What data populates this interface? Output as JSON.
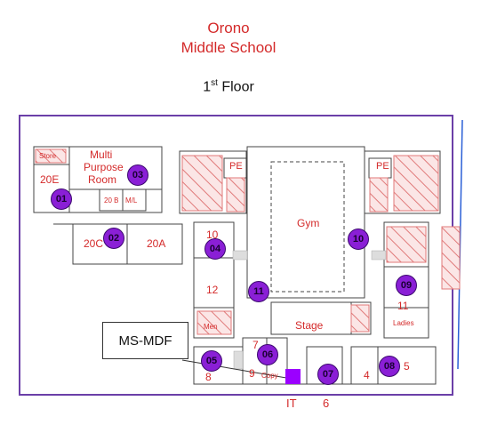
{
  "header": {
    "title_line1": "Orono",
    "title_line2": "Middle School",
    "floor_ordinal_num": "1",
    "floor_ordinal_sup": "st",
    "floor_word": "Floor"
  },
  "rooms": {
    "store": "Store",
    "r20e": "20E",
    "multi1": "Multi",
    "multi2": "Purpose",
    "multi3": "Room",
    "r20b": "20 B",
    "ml": "M/L",
    "pe_left": "PE",
    "pe_right": "PE",
    "gym": "Gym",
    "r20c": "20C",
    "r20a": "20A",
    "r10_left": "10",
    "r12": "12",
    "r11": "11",
    "ladies": "Ladies",
    "men": "Men",
    "stage": "Stage",
    "r7": "7",
    "r8": "8",
    "r9": "9",
    "copy": "Copy",
    "r4": "4",
    "r5": "5"
  },
  "markers": [
    "01",
    "02",
    "03",
    "04",
    "05",
    "06",
    "07",
    "08",
    "09",
    "10",
    "11"
  ],
  "mdf_label": "MS-MDF",
  "it_label": "IT",
  "room6_label": "6",
  "colors": {
    "label_red": "#d42a2a",
    "marker_purple": "#8a1fd6",
    "frame_purple": "#6b3fa8",
    "hatch_red": "#e07a7a",
    "it_square": "#9b00ff"
  }
}
